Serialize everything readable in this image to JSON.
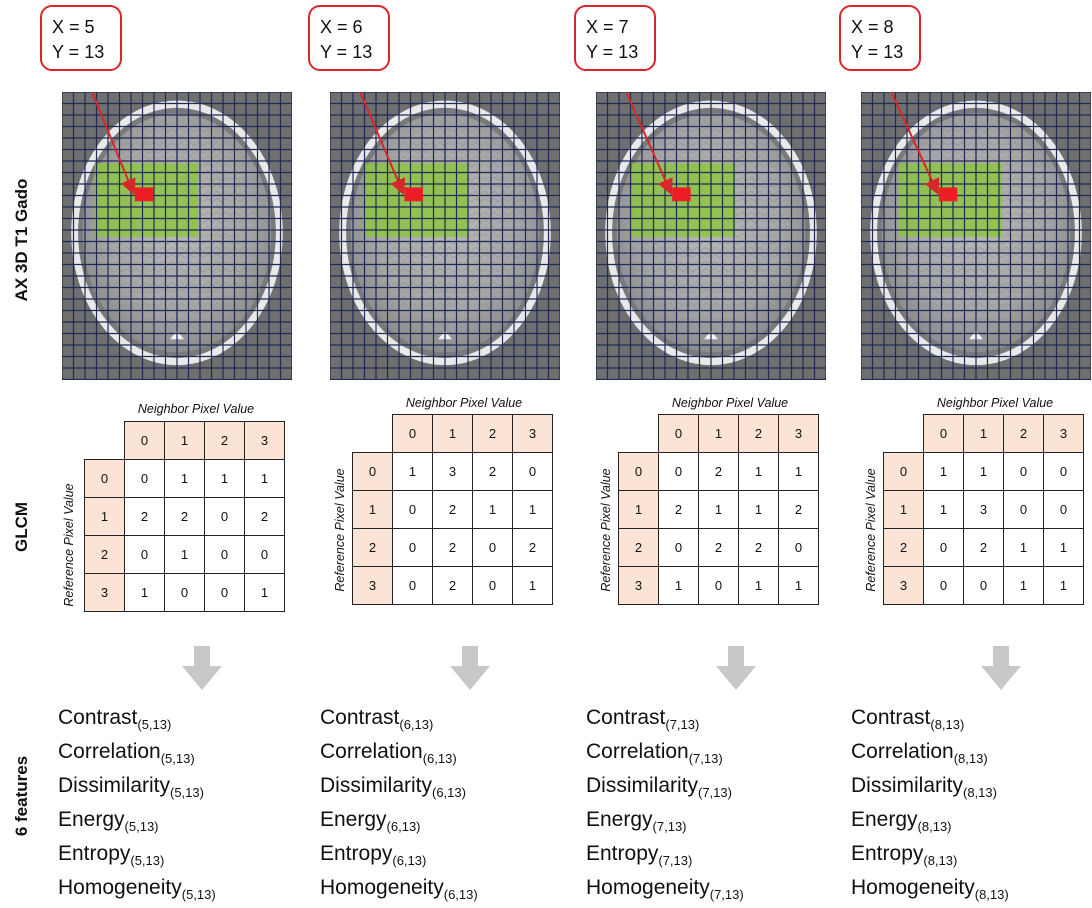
{
  "row_labels": {
    "image": "AX 3D T1 Gado",
    "glcm": "GLCM",
    "features": "6 features"
  },
  "glcm_axis": {
    "column_title": "Neighbor Pixel Value",
    "row_title": "Reference Pixel Value",
    "levels": [
      "0",
      "1",
      "2",
      "3"
    ]
  },
  "panels": [
    {
      "x_text": "X = 5",
      "y_text": "Y = 13",
      "matrix": [
        [
          "0",
          "1",
          "1",
          "1"
        ],
        [
          "2",
          "2",
          "0",
          "2"
        ],
        [
          "0",
          "1",
          "0",
          "0"
        ],
        [
          "1",
          "0",
          "0",
          "1"
        ]
      ],
      "features": [
        {
          "name": "Contrast",
          "sub": "(5,13)"
        },
        {
          "name": "Correlation",
          "sub": "(5,13)"
        },
        {
          "name": "Dissimilarity",
          "sub": "(5,13)"
        },
        {
          "name": "Energy",
          "sub": "(5,13)"
        },
        {
          "name": "Entropy",
          "sub": "(5,13)"
        },
        {
          "name": "Homogeneity",
          "sub": "(5,13)"
        }
      ]
    },
    {
      "x_text": "X = 6",
      "y_text": "Y = 13",
      "matrix": [
        [
          "1",
          "3",
          "2",
          "0"
        ],
        [
          "0",
          "2",
          "1",
          "1"
        ],
        [
          "0",
          "2",
          "0",
          "2"
        ],
        [
          "0",
          "2",
          "0",
          "1"
        ]
      ],
      "features": [
        {
          "name": "Contrast",
          "sub": "(6,13)"
        },
        {
          "name": "Correlation",
          "sub": "(6,13)"
        },
        {
          "name": "Dissimilarity",
          "sub": "(6,13)"
        },
        {
          "name": "Energy",
          "sub": "(6,13)"
        },
        {
          "name": "Entropy",
          "sub": "(6,13)"
        },
        {
          "name": "Homogeneity",
          "sub": "(6,13)"
        }
      ]
    },
    {
      "x_text": "X = 7",
      "y_text": "Y = 13",
      "matrix": [
        [
          "0",
          "2",
          "1",
          "1"
        ],
        [
          "2",
          "1",
          "1",
          "2"
        ],
        [
          "0",
          "2",
          "2",
          "0"
        ],
        [
          "1",
          "0",
          "1",
          "1"
        ]
      ],
      "features": [
        {
          "name": "Contrast",
          "sub": "(7,13)"
        },
        {
          "name": "Correlation",
          "sub": "(7,13)"
        },
        {
          "name": "Dissimilarity",
          "sub": "(7,13)"
        },
        {
          "name": "Energy",
          "sub": "(7,13)"
        },
        {
          "name": "Entropy",
          "sub": "(7,13)"
        },
        {
          "name": "Homogeneity",
          "sub": "(7,13)"
        }
      ]
    },
    {
      "x_text": "X = 8",
      "y_text": "Y = 13",
      "matrix": [
        [
          "1",
          "1",
          "0",
          "0"
        ],
        [
          "1",
          "3",
          "0",
          "0"
        ],
        [
          "0",
          "2",
          "1",
          "1"
        ],
        [
          "0",
          "0",
          "1",
          "1"
        ]
      ],
      "features": [
        {
          "name": "Contrast",
          "sub": "(8,13)"
        },
        {
          "name": "Correlation",
          "sub": "(8,13)"
        },
        {
          "name": "Dissimilarity",
          "sub": "(8,13)"
        },
        {
          "name": "Energy",
          "sub": "(8,13)"
        },
        {
          "name": "Entropy",
          "sub": "(8,13)"
        },
        {
          "name": "Homogeneity",
          "sub": "(8,13)"
        }
      ]
    }
  ],
  "colors": {
    "highlight_box": "#d9262a",
    "window_fill": "#8cc63f",
    "selected_pixel": "#ee1c24",
    "grid_line": "#1f2a55",
    "matrix_header": "#fbe4d5",
    "down_arrow": "#c8c8c8"
  }
}
